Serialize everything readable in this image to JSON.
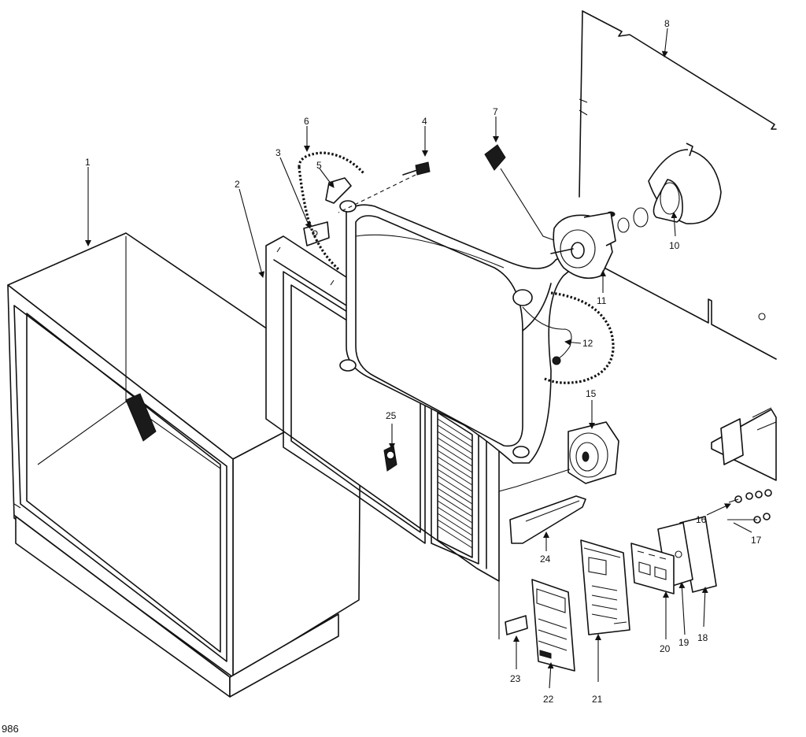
{
  "part_labels": {
    "p1": "1",
    "p2": "2",
    "p3": "3",
    "p4": "4",
    "p5": "5",
    "p6": "6",
    "p7": "7",
    "p8": "8",
    "p10": "10",
    "p11": "11",
    "p12": "12",
    "p15": "15",
    "p16": "16",
    "p17": "17",
    "p18": "18",
    "p19": "19",
    "p20": "20",
    "p21": "21",
    "p22": "22",
    "p23": "23",
    "p24": "24",
    "p25": "25"
  },
  "corner_code": "986"
}
